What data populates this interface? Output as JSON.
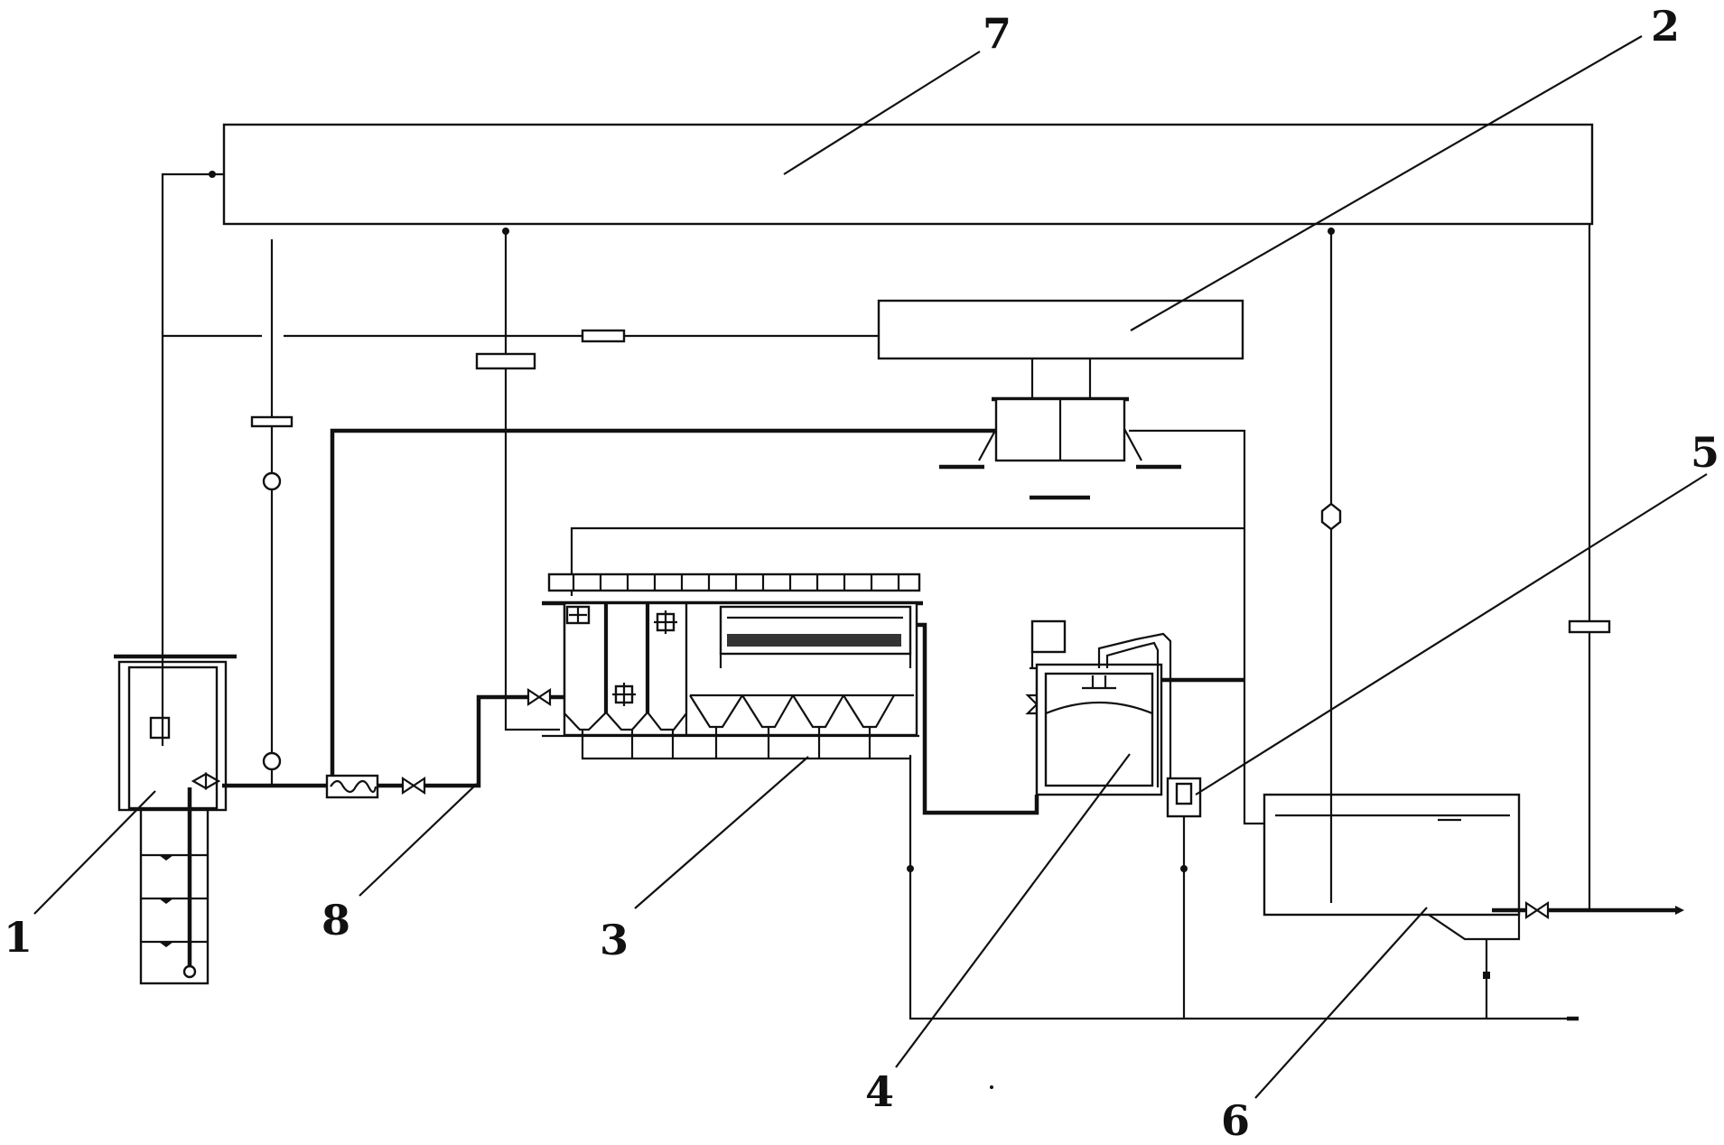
{
  "labels": [
    {
      "id": "1",
      "text": "1"
    },
    {
      "id": "2",
      "text": "2"
    },
    {
      "id": "3",
      "text": "3"
    },
    {
      "id": "4",
      "text": "4"
    },
    {
      "id": "5",
      "text": "5"
    },
    {
      "id": "6",
      "text": "6"
    },
    {
      "id": "7",
      "text": "7"
    },
    {
      "id": "8",
      "text": "8"
    }
  ],
  "colors": {
    "line": "#111111",
    "background": "#ffffff"
  }
}
